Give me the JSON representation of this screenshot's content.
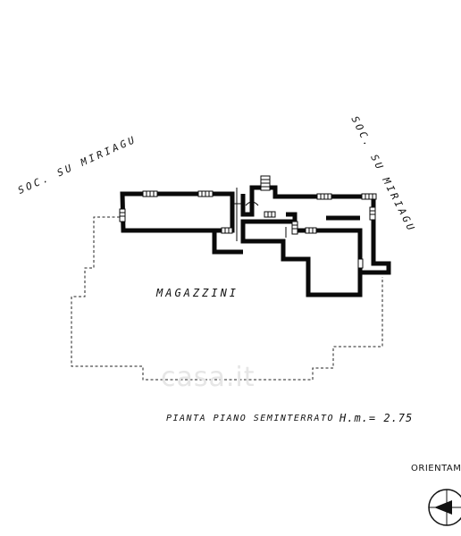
{
  "plan": {
    "neighbor_left": "SOC. SU MIRIAGU",
    "neighbor_right": "SOC. SU MIRIAGU",
    "room_label": "MAGAZZINI",
    "title": "PIANTA PIANO SEMINTERRATO",
    "height_label": "H.m.= 2.75"
  },
  "compass": {
    "label": "ORIENTAME"
  },
  "watermark": {
    "text": "casa.it"
  }
}
